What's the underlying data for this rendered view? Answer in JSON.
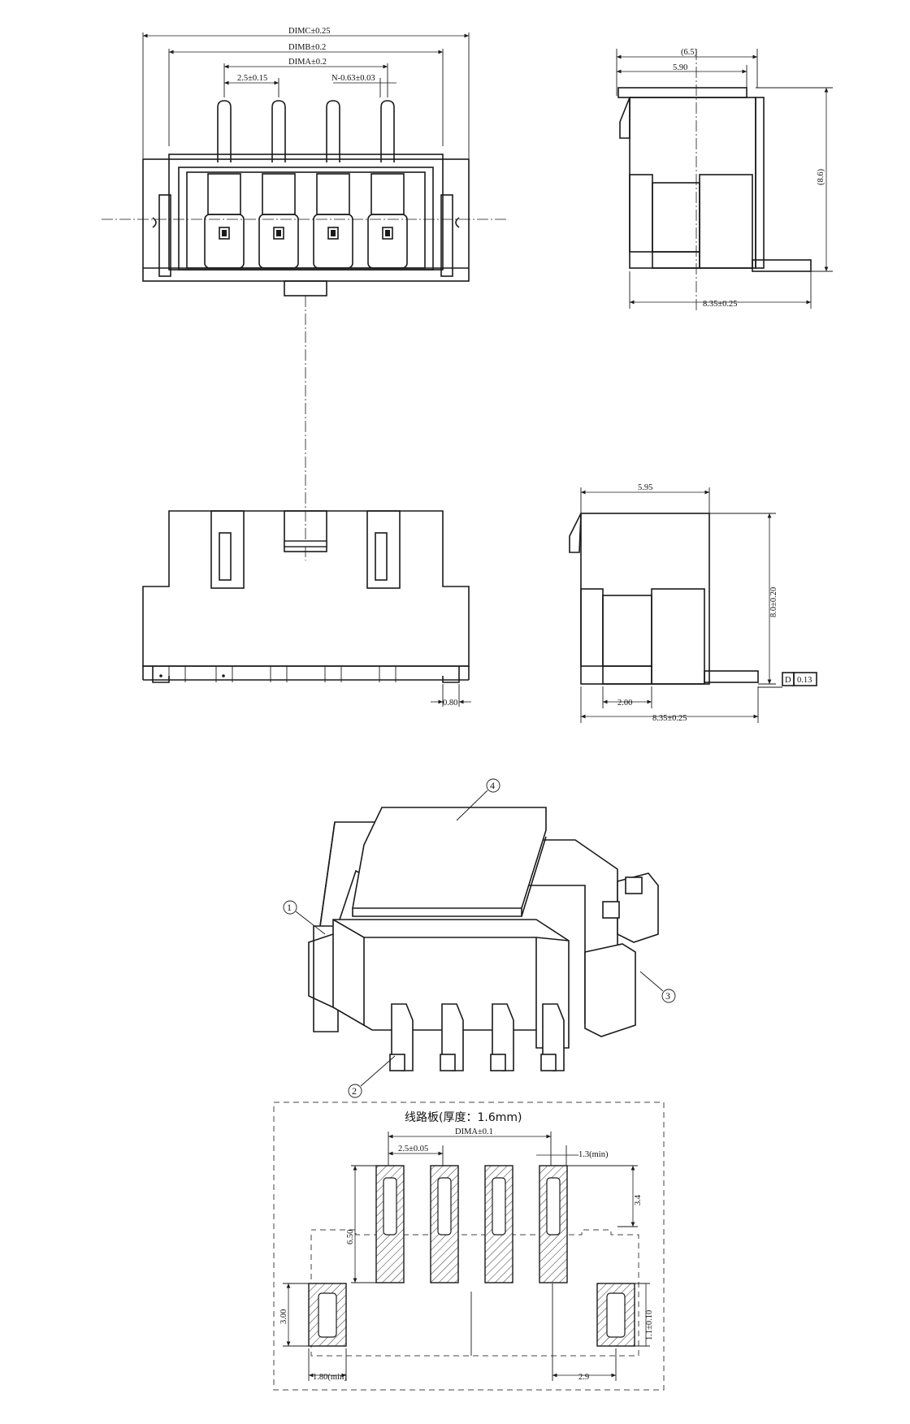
{
  "front_view": {
    "dim_c": "DIMC±0.25",
    "dim_b": "DIMB±0.2",
    "dim_a": "DIMA±0.2",
    "pitch": "2.5±0.15",
    "pin_width": "N-0.63±0.03"
  },
  "side_view_top": {
    "overall_width": "(6.5)",
    "body_width": "5.90",
    "height": "(8.6)",
    "depth": "8.35±0.25"
  },
  "bottom_view": {
    "foot_offset": "0.80"
  },
  "side_view_bottom": {
    "body_width": "5.95",
    "height": "8.0±0.20",
    "tail_length": "2.00",
    "depth": "8.35±0.25",
    "flatness_symbol": "D",
    "flatness_value": "0.13"
  },
  "iso_view": {
    "callouts": [
      "1",
      "2",
      "3",
      "4"
    ]
  },
  "pcb_layout": {
    "title": "线路板(厚度：1.6mm)",
    "dim_a": "DIMA±0.1",
    "pitch": "2.5±0.05",
    "pad_width": "1.3(min)",
    "pad_length": "6.50",
    "pad_extension": "3.4",
    "anchor_height": "3.00",
    "anchor_width": "1.80(min)",
    "anchor_offset": "2.9",
    "anchor_tolerance": "1.1±0.10"
  }
}
